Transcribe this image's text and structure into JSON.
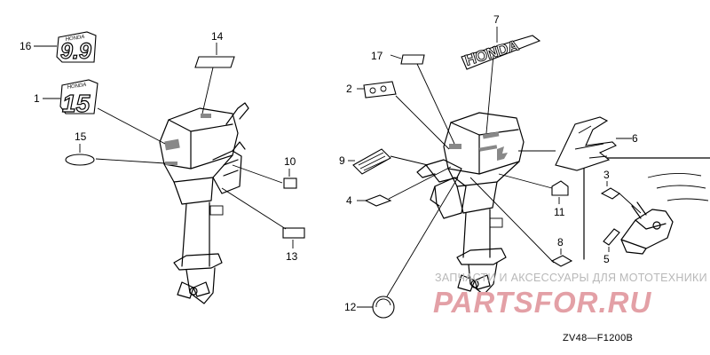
{
  "diagram": {
    "callouts": [
      "1",
      "2",
      "3",
      "4",
      "5",
      "6",
      "7",
      "8",
      "9",
      "10",
      "11",
      "12",
      "13",
      "14",
      "15",
      "16",
      "17"
    ],
    "emblem_texts": {
      "nine_nine": "9.9",
      "fifteen": "15",
      "honda_small": "HONDA",
      "honda_large": "HONDA"
    },
    "watermark": {
      "line1": "ЗАПЧАСТИ И АКСЕССУАРЫ ДЛЯ МОТОТЕХНИКИ",
      "line2": "PARTSFOR.RU",
      "color": "#e3a0a6"
    },
    "drawing_code": "ZV48—F1200B"
  }
}
